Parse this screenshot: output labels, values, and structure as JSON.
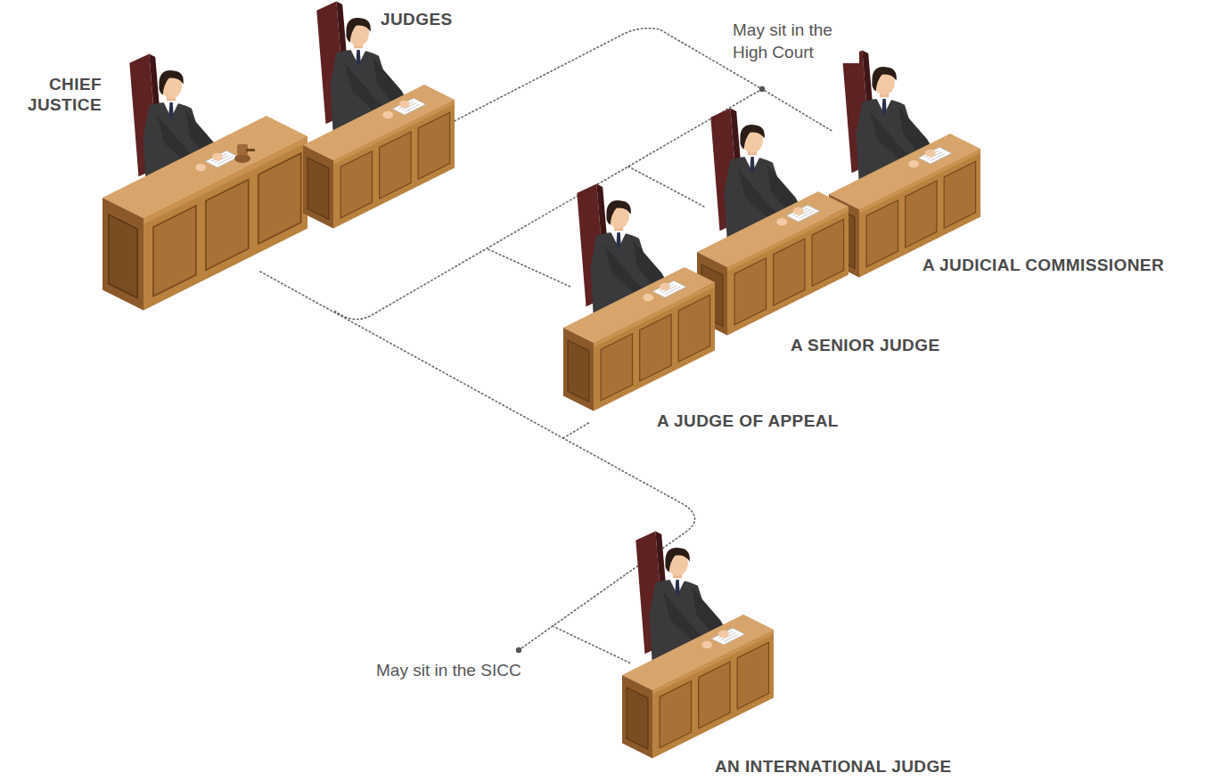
{
  "diagram": {
    "nodes": [
      {
        "text": [
          "CHIEF JUSTICE"
        ]
      },
      {
        "text": [
          "JUDGES"
        ]
      },
      {
        "text": [
          "A JUDICIAL COMMISSIONER"
        ]
      },
      {
        "text": [
          "A SENIOR JUDGE"
        ]
      },
      {
        "text": [
          "A JUDGE OF APPEAL"
        ]
      },
      {
        "text": [
          "AN INTERNATIONAL JUDGE"
        ]
      }
    ],
    "labels": [
      "May sit in the High Court",
      "May sit in the SICC"
    ]
  }
}
